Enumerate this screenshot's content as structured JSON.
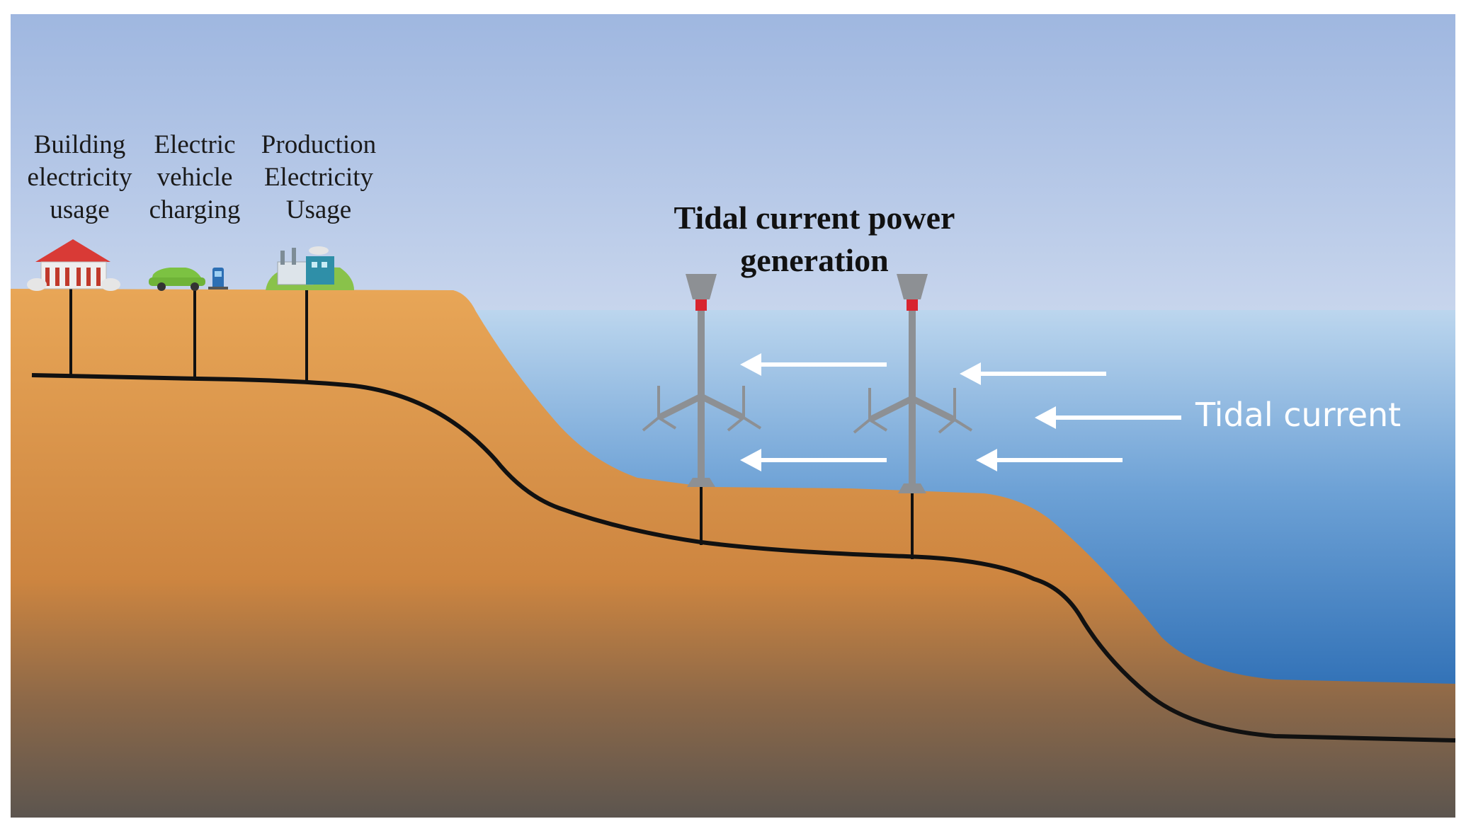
{
  "consumers": [
    {
      "line1": "Building",
      "line2": "electricity",
      "line3": "usage",
      "icon": "building-icon"
    },
    {
      "line1": "Electric",
      "line2": "vehicle",
      "line3": "charging",
      "icon": "electric-car-icon"
    },
    {
      "line1": "Production",
      "line2": "Electricity",
      "line3": "Usage",
      "icon": "factory-icon"
    }
  ],
  "title": {
    "line1": "Tidal current power",
    "line2": "generation"
  },
  "current_label": "Tidal current",
  "colors": {
    "sky_top": "#9fb7e0",
    "sky_bottom": "#f2f5fb",
    "water_top": "#bcd6ee",
    "water_bottom": "#2c6db4",
    "land_top": "#e8a657",
    "land_mid": "#c9813e",
    "land_bottom": "#5e564f",
    "cable": "#111111",
    "turbine": "#8d9094",
    "turbine_accent": "#d8242f",
    "arrow": "#ffffff"
  },
  "icons": [
    "turbine-icon",
    "arrow-left-icon"
  ]
}
